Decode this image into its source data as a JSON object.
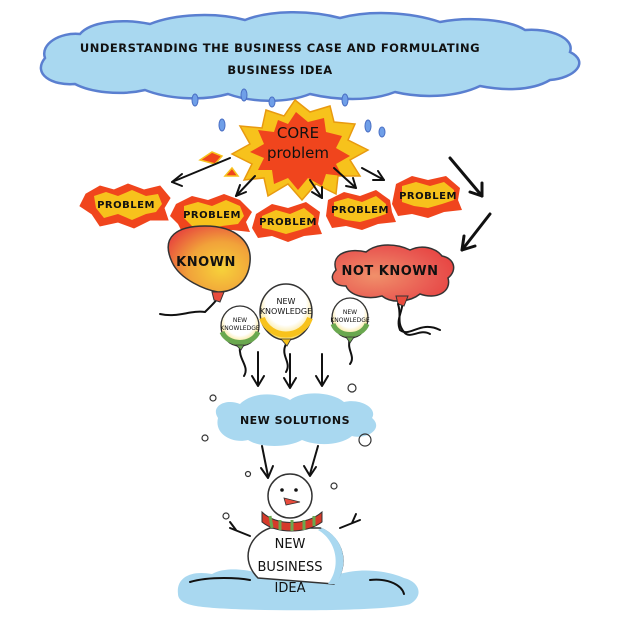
{
  "title_cloud": {
    "line1": "UNDERSTANDING THE BUSINESS CASE AND FORMULATING",
    "line2": "BUSINESS IDEA"
  },
  "core": {
    "line1": "CORE",
    "line2": "problem"
  },
  "problems": [
    "PROBLEM",
    "PROBLEM",
    "PROBLEM",
    "PROBLEM",
    "PROBLEM"
  ],
  "known": "KNOWN",
  "not_known": "NOT KNOWN",
  "knowledge": [
    {
      "line1": "NEW",
      "line2": "KNOWLEDGE"
    },
    {
      "line1": "NEW",
      "line2": "KNOWLEDGE"
    },
    {
      "line1": "NEW",
      "line2": "KNOWLEDGE"
    }
  ],
  "solutions": "NEW SOLUTIONS",
  "idea": {
    "line1": "NEW",
    "line2": "BUSINESS",
    "line3": "IDEA"
  },
  "colors": {
    "cloud": "#a9d8f0",
    "cloud_stroke": "#5a7fd0",
    "flame_outer": "#f7c21c",
    "flame_inner": "#f0451d",
    "balloon_red": "#e84c3d",
    "balloon_yellow": "#f7d23a",
    "balloon_green": "#6aa84f",
    "scarf_red": "#d63a2a",
    "scarf_green": "#6aa84f",
    "snow_shadow": "#a9d8f0"
  }
}
